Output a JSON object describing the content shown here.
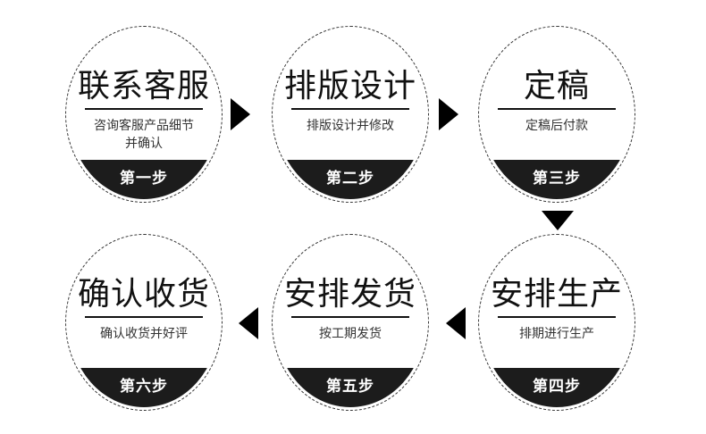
{
  "steps": [
    {
      "title": "联系客服",
      "desc": "咨询客服产品细节\n并确认",
      "desc_line1": "咨询客服产品细节",
      "desc_line2": "并确认",
      "label": "第一步"
    },
    {
      "title": "排版设计",
      "desc_line1": "排版设计并修改",
      "desc_line2": "",
      "label": "第二步"
    },
    {
      "title": "定稿",
      "desc_line1": "定稿后付款",
      "desc_line2": "",
      "label": "第三步"
    },
    {
      "title": "安排生产",
      "desc_line1": "排期进行生产",
      "desc_line2": "",
      "label": "第四步"
    },
    {
      "title": "安排发货",
      "desc_line1": "按工期发货",
      "desc_line2": "",
      "label": "第五步"
    },
    {
      "title": "确认收货",
      "desc_line1": "确认收货并好评",
      "desc_line2": "",
      "label": "第六步"
    }
  ],
  "arrows": [
    {
      "direction": "right",
      "from": "第一步",
      "to": "第二步"
    },
    {
      "direction": "right",
      "from": "第二步",
      "to": "第三步"
    },
    {
      "direction": "down",
      "from": "第三步",
      "to": "第四步"
    },
    {
      "direction": "left",
      "from": "第四步",
      "to": "第五步"
    },
    {
      "direction": "left",
      "from": "第五步",
      "to": "第六步"
    }
  ],
  "colors": {
    "band": "#1c1c1c",
    "text": "#111111",
    "desc": "#333333",
    "background": "#ffffff"
  }
}
